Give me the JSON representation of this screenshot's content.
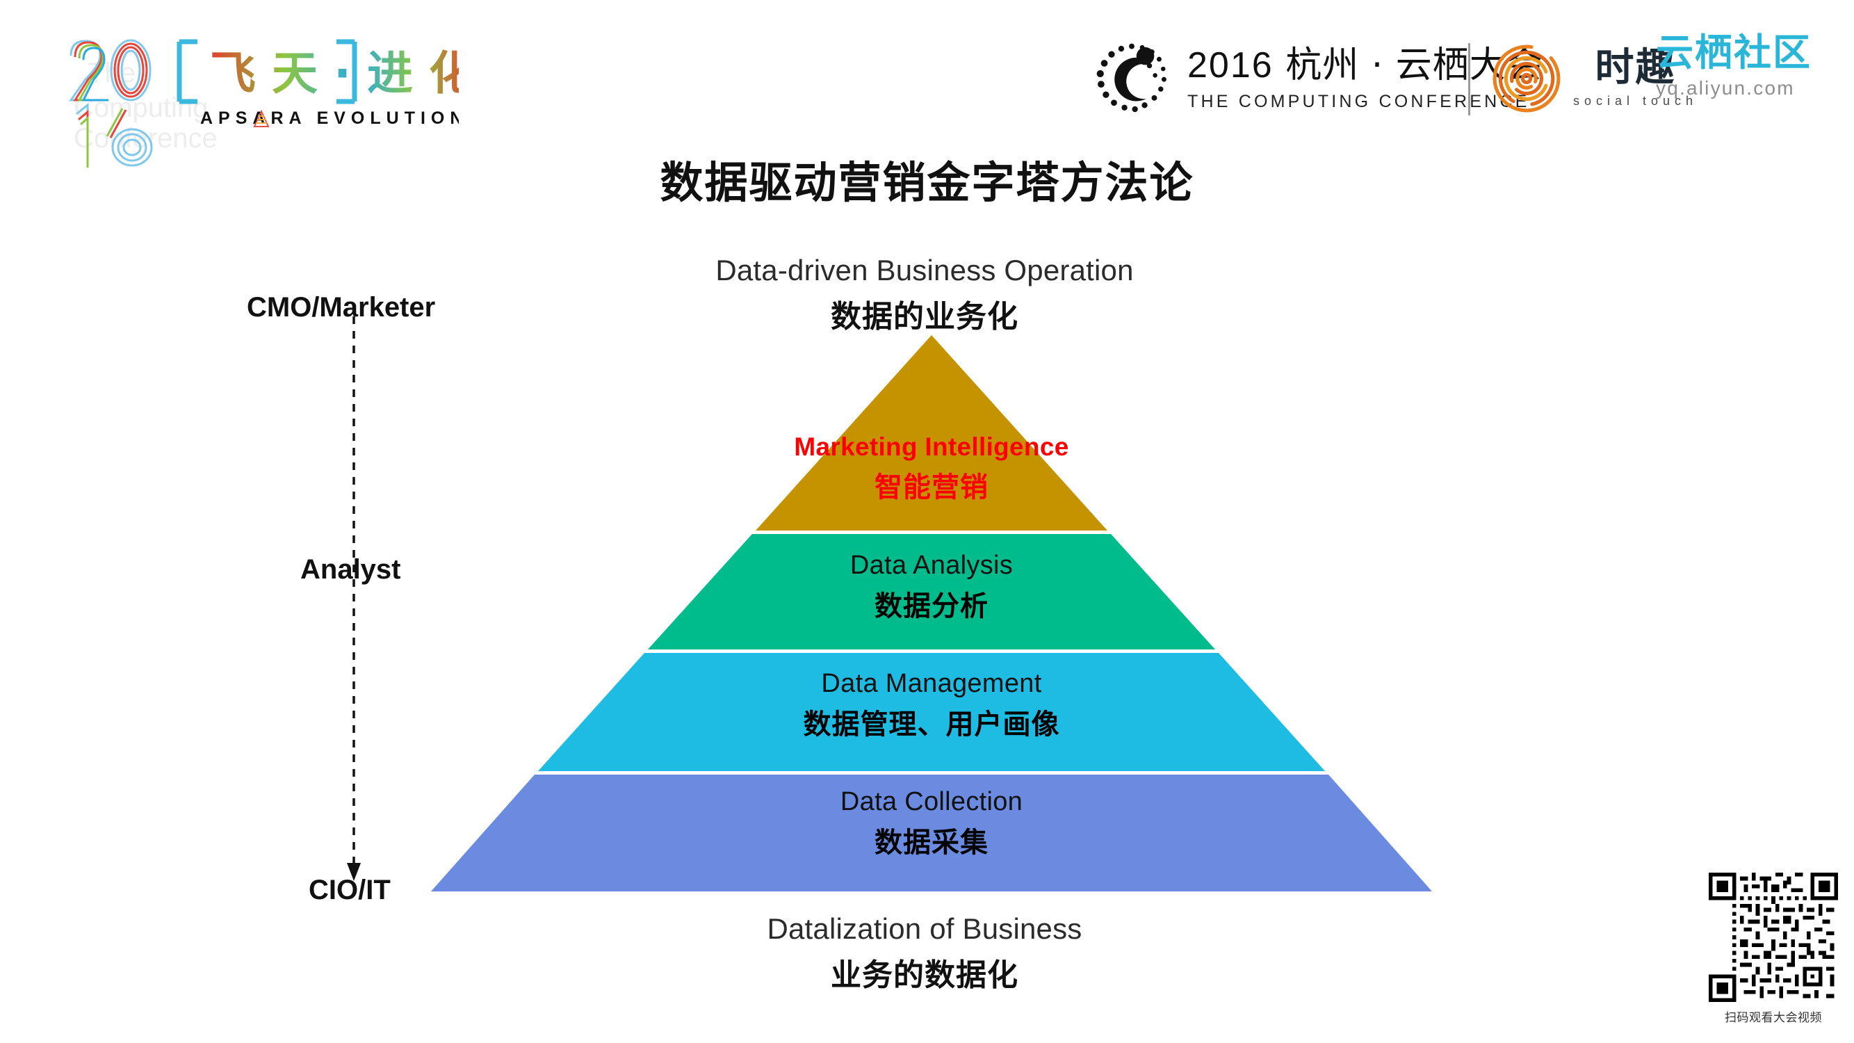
{
  "header": {
    "apsara_logo": {
      "year_top": "20",
      "year_bottom": "16",
      "bracket_open": "[",
      "bracket_close": "]",
      "cn_title": "飞 天 · 进 化",
      "en_title": "APSARA EVOLUTION",
      "watermark_line1": "The",
      "watermark_line2": "Computing",
      "watermark_line3": "Conference"
    },
    "conference_logo": {
      "year": "2016",
      "cn_name": "杭州 · 云栖大会",
      "en_name": "THE COMPUTING CONFERENCE",
      "icon": "dot-cluster-c-icon"
    },
    "social_touch_logo": {
      "cn_name": "时趣",
      "en_name": "social touch",
      "icon": "fingerprint-spiral-icon"
    },
    "yunqi_logo": {
      "cn_name": "云栖社区",
      "url": "yq.aliyun.com"
    }
  },
  "title": "数据驱动营销金字塔方法论",
  "captions": {
    "top": {
      "en": "Data-driven Business Operation",
      "cn": "数据的业务化"
    },
    "bottom": {
      "en": "Datalization of Business",
      "cn": "业务的数据化"
    }
  },
  "roles": [
    {
      "label": "CMO/Marketer"
    },
    {
      "label": "Analyst"
    },
    {
      "label": "CIO/IT"
    }
  ],
  "axis": {
    "icon": "dashed-down-arrow-icon"
  },
  "chart_data": {
    "type": "pyramid",
    "title": "数据驱动营销金字塔方法论",
    "top_label_en": "Data-driven Business Operation",
    "top_label_cn": "数据的业务化",
    "bottom_label_en": "Datalization of Business",
    "bottom_label_cn": "业务的数据化",
    "side_axis": [
      "CMO/Marketer",
      "Analyst",
      "CIO/IT"
    ],
    "levels": [
      {
        "rank": 1,
        "en": "Marketing Intelligence",
        "cn": "智能营销",
        "color": "#C69300",
        "text_color": "#FF0000"
      },
      {
        "rank": 2,
        "en": "Data Analysis",
        "cn": "数据分析",
        "color": "#00BC8C",
        "text_color": "#111111"
      },
      {
        "rank": 3,
        "en": "Data Management",
        "cn": "数据管理、用户画像",
        "color": "#1EBCE3",
        "text_color": "#111111"
      },
      {
        "rank": 4,
        "en": "Data Collection",
        "cn": "数据采集",
        "color": "#6B8BE0",
        "text_color": "#111111"
      }
    ]
  },
  "qr": {
    "caption": "扫码观看大会视频",
    "icon": "qr-code-icon"
  },
  "colors": {
    "tier_gold": "#C69300",
    "tier_green": "#00BC8C",
    "tier_cyan": "#1EBCE3",
    "tier_blue": "#6B8BE0",
    "accent_red": "#FF0000",
    "yunqi_blue": "#29B6D8"
  }
}
